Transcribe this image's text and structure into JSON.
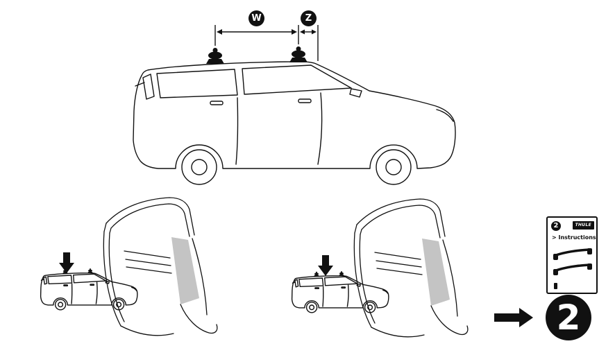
{
  "diagram": {
    "dimension_w_label": "W",
    "dimension_z_label": "Z"
  },
  "instruction_card": {
    "badge_number": "2",
    "brand": "THULE",
    "link_text": "> Instructions"
  },
  "step_indicator": {
    "number": "2"
  },
  "colors": {
    "ink": "#111111",
    "shade_gray": "#c4c4c4",
    "background": "#ffffff"
  }
}
